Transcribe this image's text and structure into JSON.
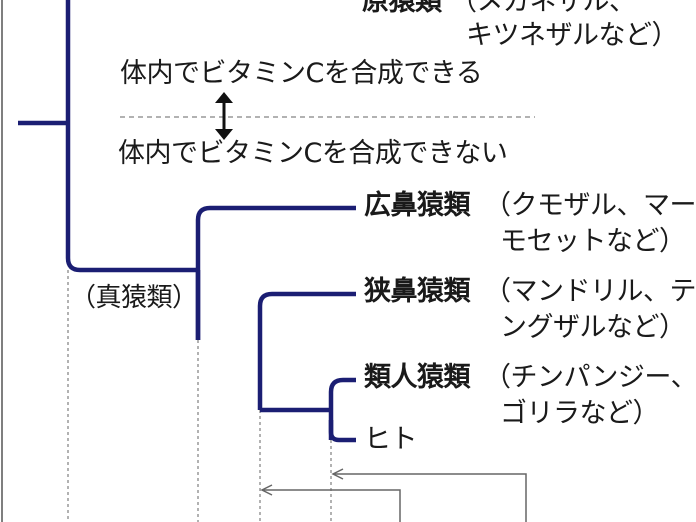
{
  "colors": {
    "tree_line": "#1b1e73",
    "text": "#1a1a1a",
    "guide_line": "#555555",
    "background": "#ffffff"
  },
  "labels": {
    "top_group_name": "原猿類",
    "top_group_detail_1": "（メガネザル、",
    "top_group_detail_2": "キツネザルなど）",
    "can_synthesize": "体内でビタミンCを合成できる",
    "cannot_synthesize": "体内でビタミンCを合成できない",
    "true_primates": "（真猿類）",
    "platyrrhini_name": "広鼻猿類",
    "platyrrhini_detail_1": "（クモザル、マー",
    "platyrrhini_detail_2": "モセットなど）",
    "catarrhini_name": "狭鼻猿類",
    "catarrhini_detail_1": "（マンドリル、テ",
    "catarrhini_detail_2": "ングザルなど）",
    "apes_name": "類人猿類",
    "apes_detail_1": "（チンパンジー、",
    "apes_detail_2": "ゴリラなど）",
    "human": "ヒト"
  },
  "icons": {
    "divider_arrow": "double-vertical-arrow-icon"
  }
}
